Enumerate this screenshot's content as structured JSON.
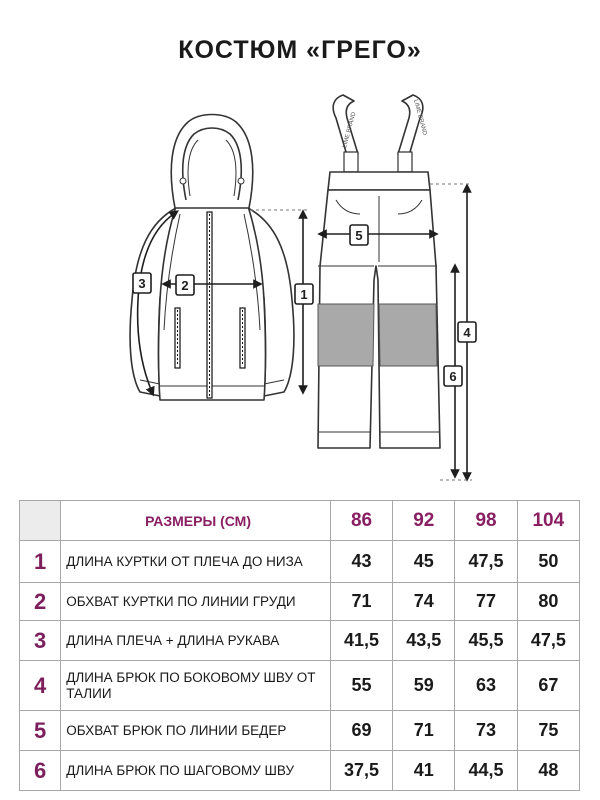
{
  "title": "КОСТЮМ «ГРЕГО»",
  "figure": {
    "marker_labels": [
      "1",
      "2",
      "3",
      "4",
      "5",
      "6"
    ],
    "suspender_print": "LIME BRAND",
    "colors": {
      "outline": "#333333",
      "band": "#a9a9a9",
      "arrow": "#1e1e1e"
    }
  },
  "table": {
    "header_label": "РАЗМЕРЫ (СМ)",
    "sizes": [
      "86",
      "92",
      "98",
      "104"
    ],
    "rows": [
      {
        "num": "1",
        "desc": "ДЛИНА КУРТКИ ОТ ПЛЕЧА ДО НИЗА",
        "values": [
          "43",
          "45",
          "47,5",
          "50"
        ]
      },
      {
        "num": "2",
        "desc": "ОБХВАТ КУРТКИ ПО ЛИНИИ ГРУДИ",
        "values": [
          "71",
          "74",
          "77",
          "80"
        ]
      },
      {
        "num": "3",
        "desc": "ДЛИНА ПЛЕЧА + ДЛИНА РУКАВА",
        "values": [
          "41,5",
          "43,5",
          "45,5",
          "47,5"
        ]
      },
      {
        "num": "4",
        "desc": "ДЛИНА БРЮК ПО БОКОВОМУ ШВУ ОТ ТАЛИИ",
        "values": [
          "55",
          "59",
          "63",
          "67"
        ]
      },
      {
        "num": "5",
        "desc": "ОБХВАТ БРЮК ПО ЛИНИИ БЕДЕР",
        "values": [
          "69",
          "71",
          "73",
          "75"
        ]
      },
      {
        "num": "6",
        "desc": "ДЛИНА БРЮК ПО ШАГОВОМУ ШВУ",
        "values": [
          "37,5",
          "41",
          "44,5",
          "48"
        ]
      }
    ],
    "colors": {
      "accent": "#8a1e63",
      "number": "#7d1f5c",
      "grid": "#a7a7a7",
      "header_bg": "#ececec"
    }
  }
}
